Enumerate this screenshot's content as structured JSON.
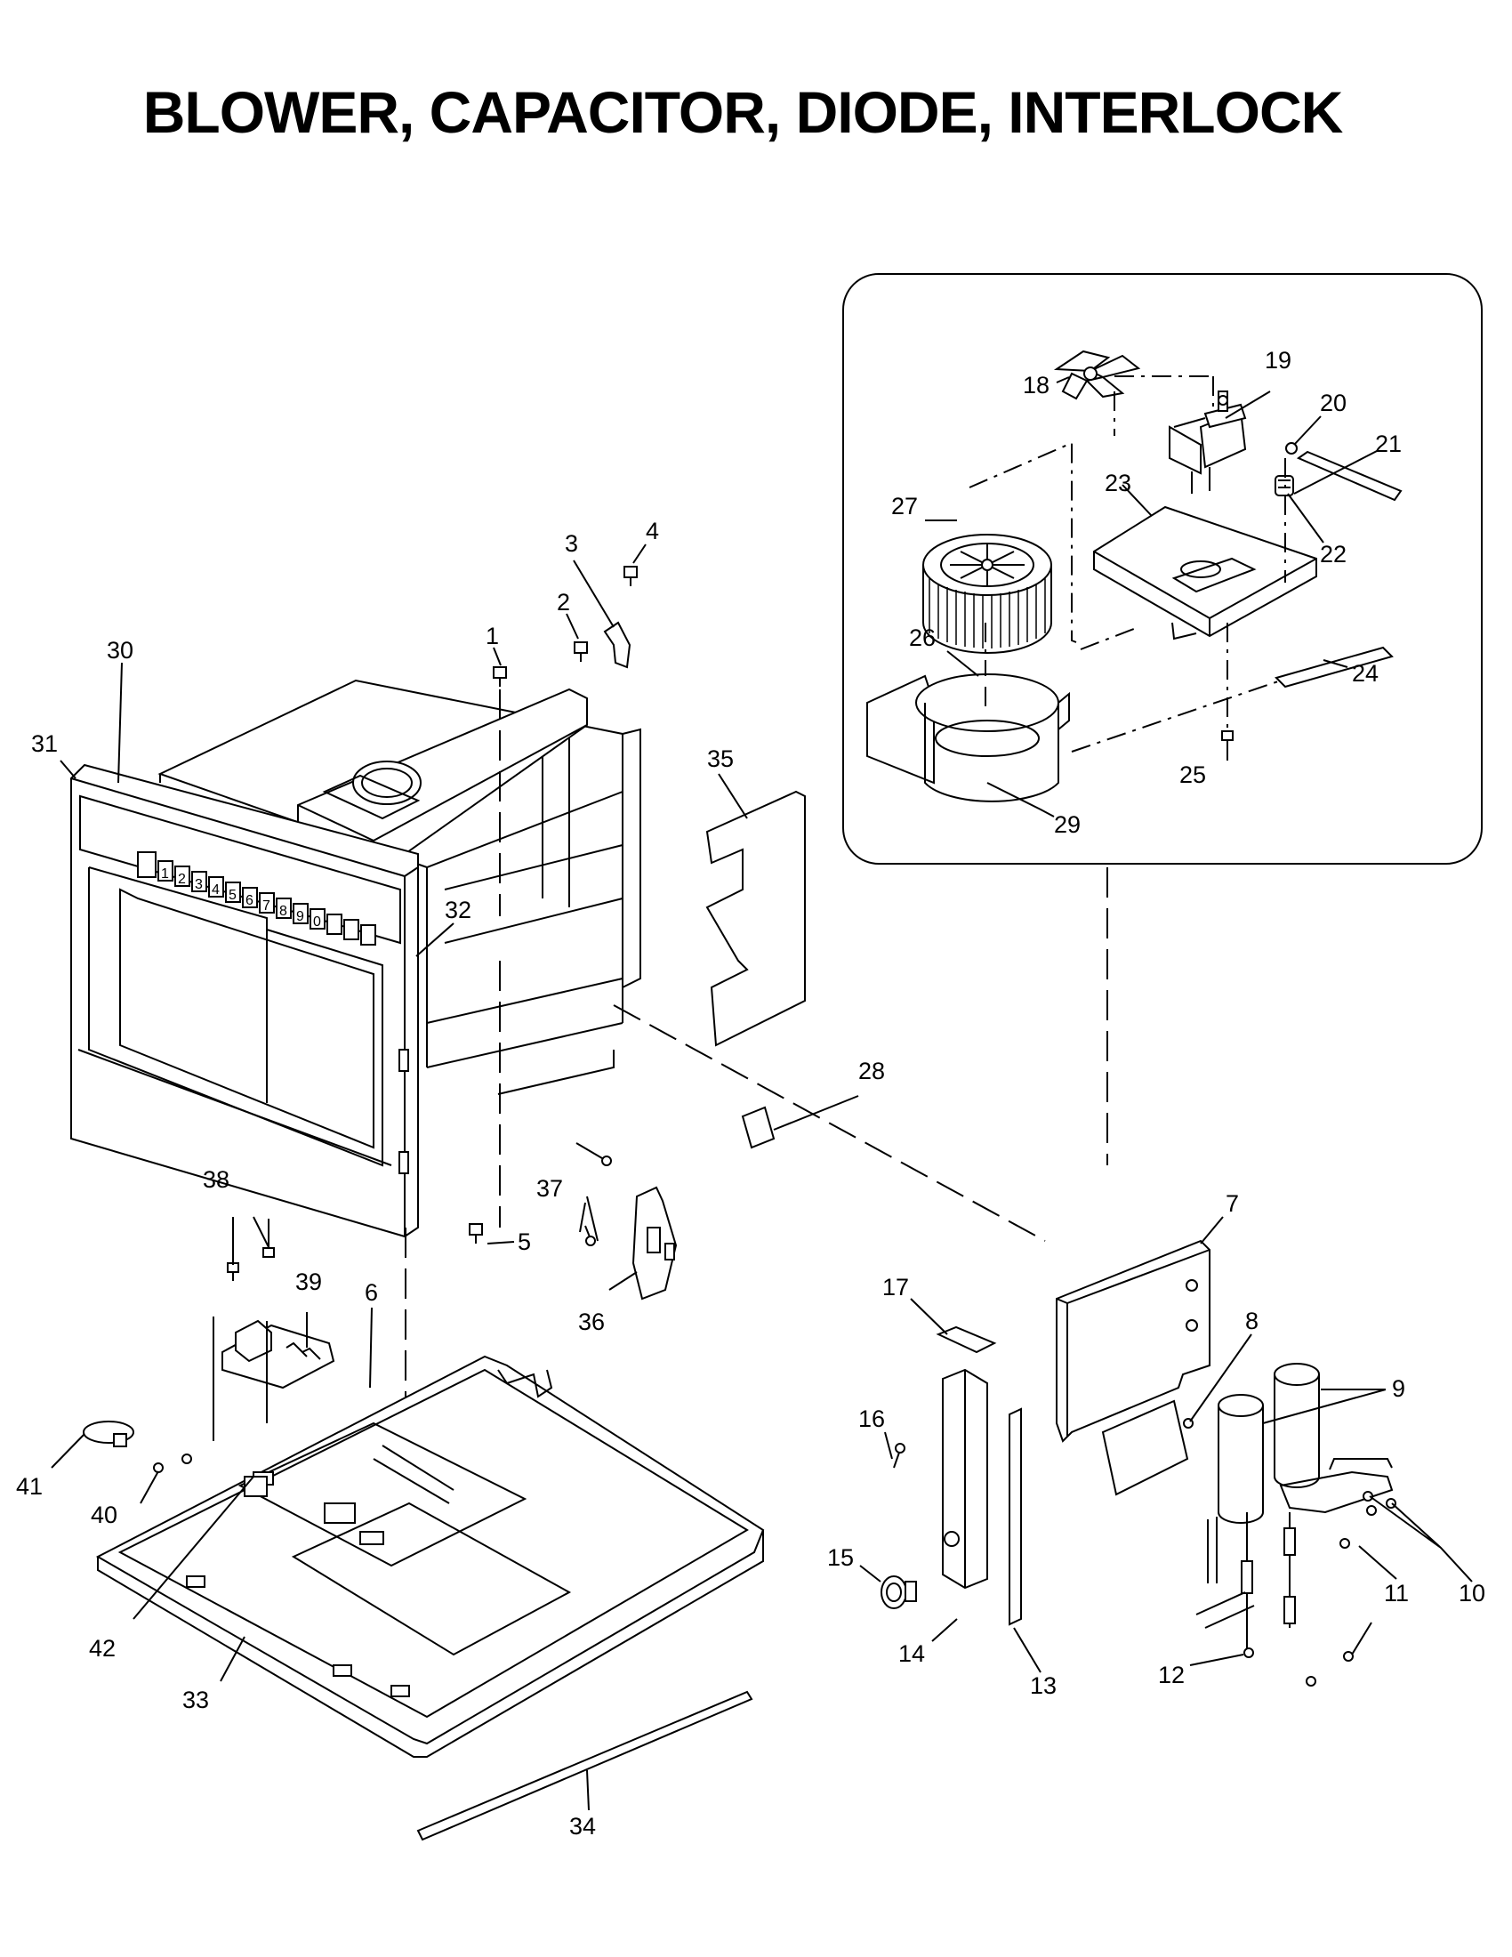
{
  "title": "BLOWER, CAPACITOR, DIODE, INTERLOCK",
  "callouts": {
    "c1": "1",
    "c2": "2",
    "c3": "3",
    "c4": "4",
    "c5": "5",
    "c6": "6",
    "c7": "7",
    "c8": "8",
    "c9": "9",
    "c10": "10",
    "c11": "11",
    "c12": "12",
    "c13": "13",
    "c14": "14",
    "c15": "15",
    "c16": "16",
    "c17": "17",
    "c18": "18",
    "c19": "19",
    "c20": "20",
    "c21": "21",
    "c22": "22",
    "c23": "23",
    "c24": "24",
    "c25": "25",
    "c26": "26",
    "c27": "27",
    "c28": "28",
    "c29": "29",
    "c30": "30",
    "c31": "31",
    "c32": "32",
    "c33": "33",
    "c34": "34",
    "c35": "35",
    "c36": "36",
    "c37": "37",
    "c38": "38",
    "c39": "39",
    "c40": "40",
    "c41": "41",
    "c42": "42"
  },
  "keypad": {
    "k1": "1",
    "k2": "2",
    "k3": "3",
    "k4": "4",
    "k5": "5",
    "k6": "6",
    "k7": "7",
    "k8": "8",
    "k9": "9",
    "k0": "0"
  }
}
